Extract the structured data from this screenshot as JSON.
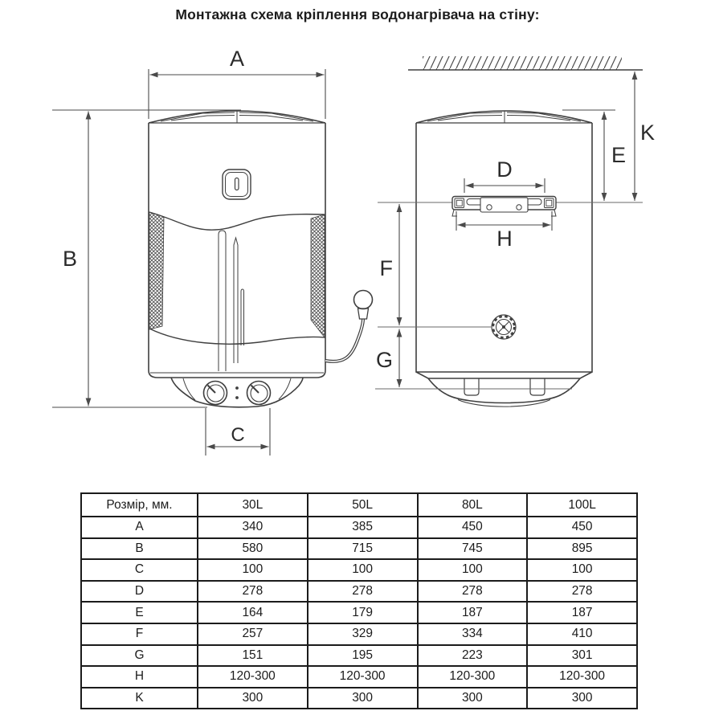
{
  "title": "Монтажна схема кріплення водонагрівача на стіну:",
  "diagram": {
    "dim_labels": {
      "A": "A",
      "B": "B",
      "C": "C",
      "D": "D",
      "E": "E",
      "F": "F",
      "G": "G",
      "H": "H",
      "K": "K"
    }
  },
  "table": {
    "headers": [
      "Розмір, мм.",
      "30L",
      "50L",
      "80L",
      "100L"
    ],
    "rows": [
      {
        "label": "A",
        "values": [
          "340",
          "385",
          "450",
          "450"
        ]
      },
      {
        "label": "B",
        "values": [
          "580",
          "715",
          "745",
          "895"
        ]
      },
      {
        "label": "C",
        "values": [
          "100",
          "100",
          "100",
          "100"
        ]
      },
      {
        "label": "D",
        "values": [
          "278",
          "278",
          "278",
          "278"
        ]
      },
      {
        "label": "E",
        "values": [
          "164",
          "179",
          "187",
          "187"
        ]
      },
      {
        "label": "F",
        "values": [
          "257",
          "329",
          "334",
          "410"
        ]
      },
      {
        "label": "G",
        "values": [
          "151",
          "195",
          "223",
          "301"
        ]
      },
      {
        "label": "H",
        "values": [
          "120-300",
          "120-300",
          "120-300",
          "120-300"
        ]
      },
      {
        "label": "K",
        "values": [
          "300",
          "300",
          "300",
          "300"
        ]
      }
    ]
  },
  "colors": {
    "line": "#3f3f3f",
    "dimension_line": "#4a4a4a",
    "text": "#2b2b2b",
    "table_border": "#1b1b1b",
    "background": "#ffffff"
  }
}
